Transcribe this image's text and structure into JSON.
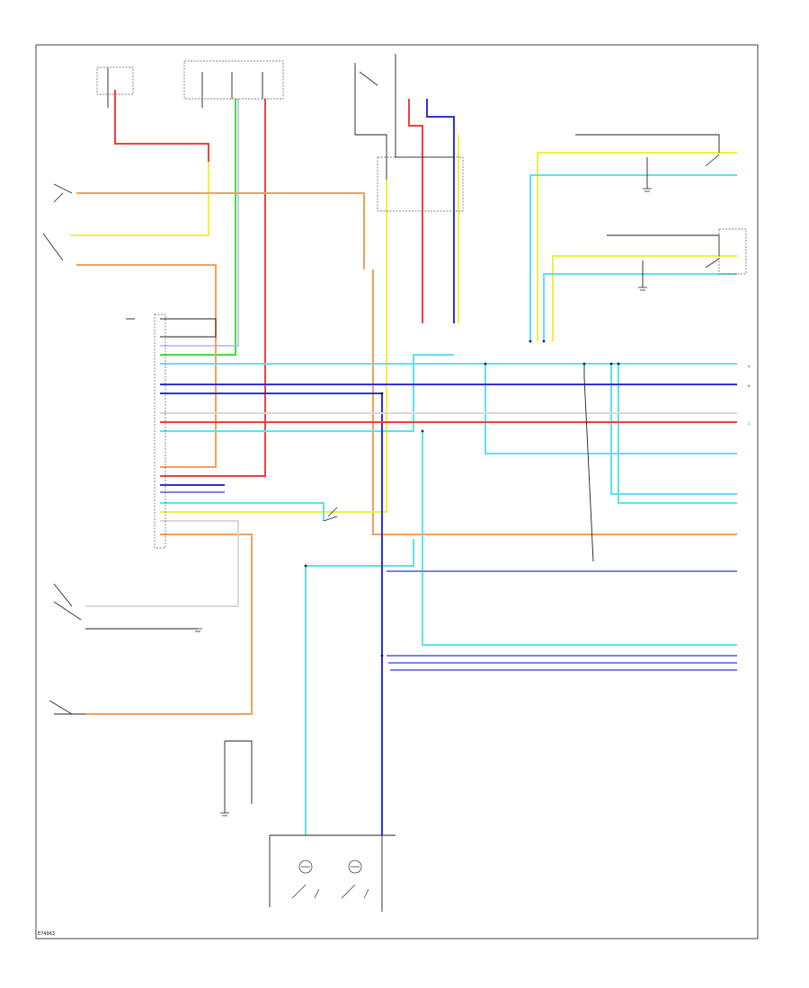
{
  "figure_id": "E74963",
  "colors": {
    "red": "#f04040",
    "green": "#40e040",
    "yellow": "#f0f040",
    "orange": "#f0a060",
    "cyan": "#60e0f0",
    "blue": "#3030e0",
    "purple": "#8080e8",
    "lavender": "#b0b0f0",
    "white_wire": "#d8d8d8",
    "black": "#222222"
  },
  "connector_tags": [
    "A",
    "B",
    "C"
  ]
}
